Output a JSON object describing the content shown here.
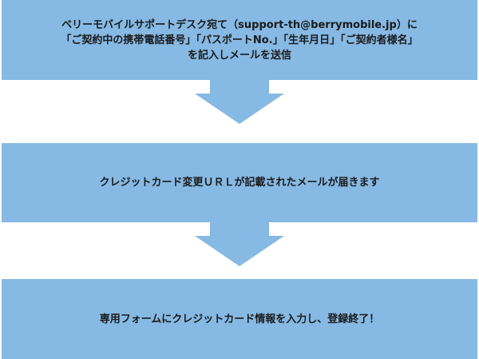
{
  "colors": {
    "box_fill": "#86b9e3",
    "arrow_fill": "#86b9e3",
    "text": "#1b1b1b",
    "background": "#ffffff"
  },
  "steps": [
    {
      "lines": [
        "ベリーモバイルサポートデスク宛て（support-th@berrymobile.jp）に",
        "「ご契約中の携帯電話番号」「パスポートNo.」「生年月日」「ご契約者様名」",
        "を記入しメールを送信"
      ]
    },
    {
      "lines": [
        "クレジットカード変更ＵＲＬが記載されたメールが届きます"
      ]
    },
    {
      "lines": [
        "専用フォームにクレジットカード情報を入力し、登録終了！"
      ]
    }
  ]
}
